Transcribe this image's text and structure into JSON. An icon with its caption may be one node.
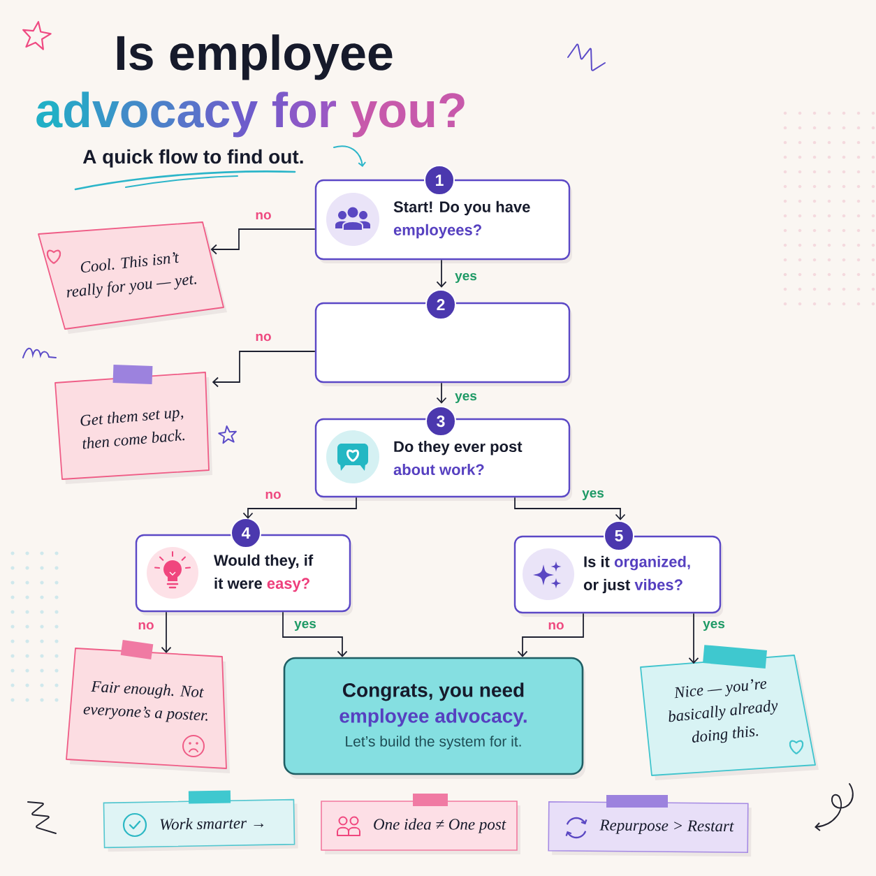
{
  "diagram": {
    "title": "Is employee advocacy for you?",
    "nodes": [
      {
        "text": [
          "1",
          "Start! Do you have employees?"
        ]
      },
      {
        "text": [
          "Cool. This isn’t really for you — yet."
        ]
      },
      {
        "text": [
          "2"
        ]
      },
      {
        "text": [
          "Get them set up, then come back."
        ]
      },
      {
        "text": [
          "3",
          "Do they ever post about work?"
        ]
      },
      {
        "text": [
          "4",
          "Would they, if it were easy?"
        ]
      },
      {
        "text": [
          "5",
          "Is it organized, or just vibes?"
        ]
      },
      {
        "text": [
          "Fair enough. Not everyone’s a poster."
        ]
      },
      {
        "text": [
          "Congrats, you need employee advocacy.",
          "Let’s build the system for it."
        ]
      },
      {
        "text": [
          "Nice — you’re basically already doing this."
        ]
      },
      {
        "text": [
          "Work smarter →"
        ]
      },
      {
        "text": [
          "One idea ≠ One post"
        ]
      },
      {
        "text": [
          "Repurpose > Restart"
        ]
      }
    ],
    "edges": [
      {
        "from": 0,
        "to": 1,
        "arrow": "to",
        "label": "no"
      },
      {
        "from": 0,
        "to": 2,
        "arrow": "to",
        "label": "yes"
      },
      {
        "from": 2,
        "to": 3,
        "arrow": "to",
        "label": "no"
      },
      {
        "from": 2,
        "to": 4,
        "arrow": "to",
        "label": "yes"
      },
      {
        "from": 4,
        "to": 5,
        "arrow": "to",
        "label": "no"
      },
      {
        "from": 4,
        "to": 6,
        "arrow": "to",
        "label": "yes"
      },
      {
        "from": 5,
        "to": 7,
        "arrow": "to",
        "label": "no"
      },
      {
        "from": 5,
        "to": 8,
        "arrow": "to",
        "label": "yes"
      },
      {
        "from": 6,
        "to": 8,
        "arrow": "to",
        "label": "no"
      },
      {
        "from": 6,
        "to": 9,
        "arrow": "to",
        "label": "yes"
      }
    ],
    "labels": [
      "A quick flow to find out."
    ]
  }
}
